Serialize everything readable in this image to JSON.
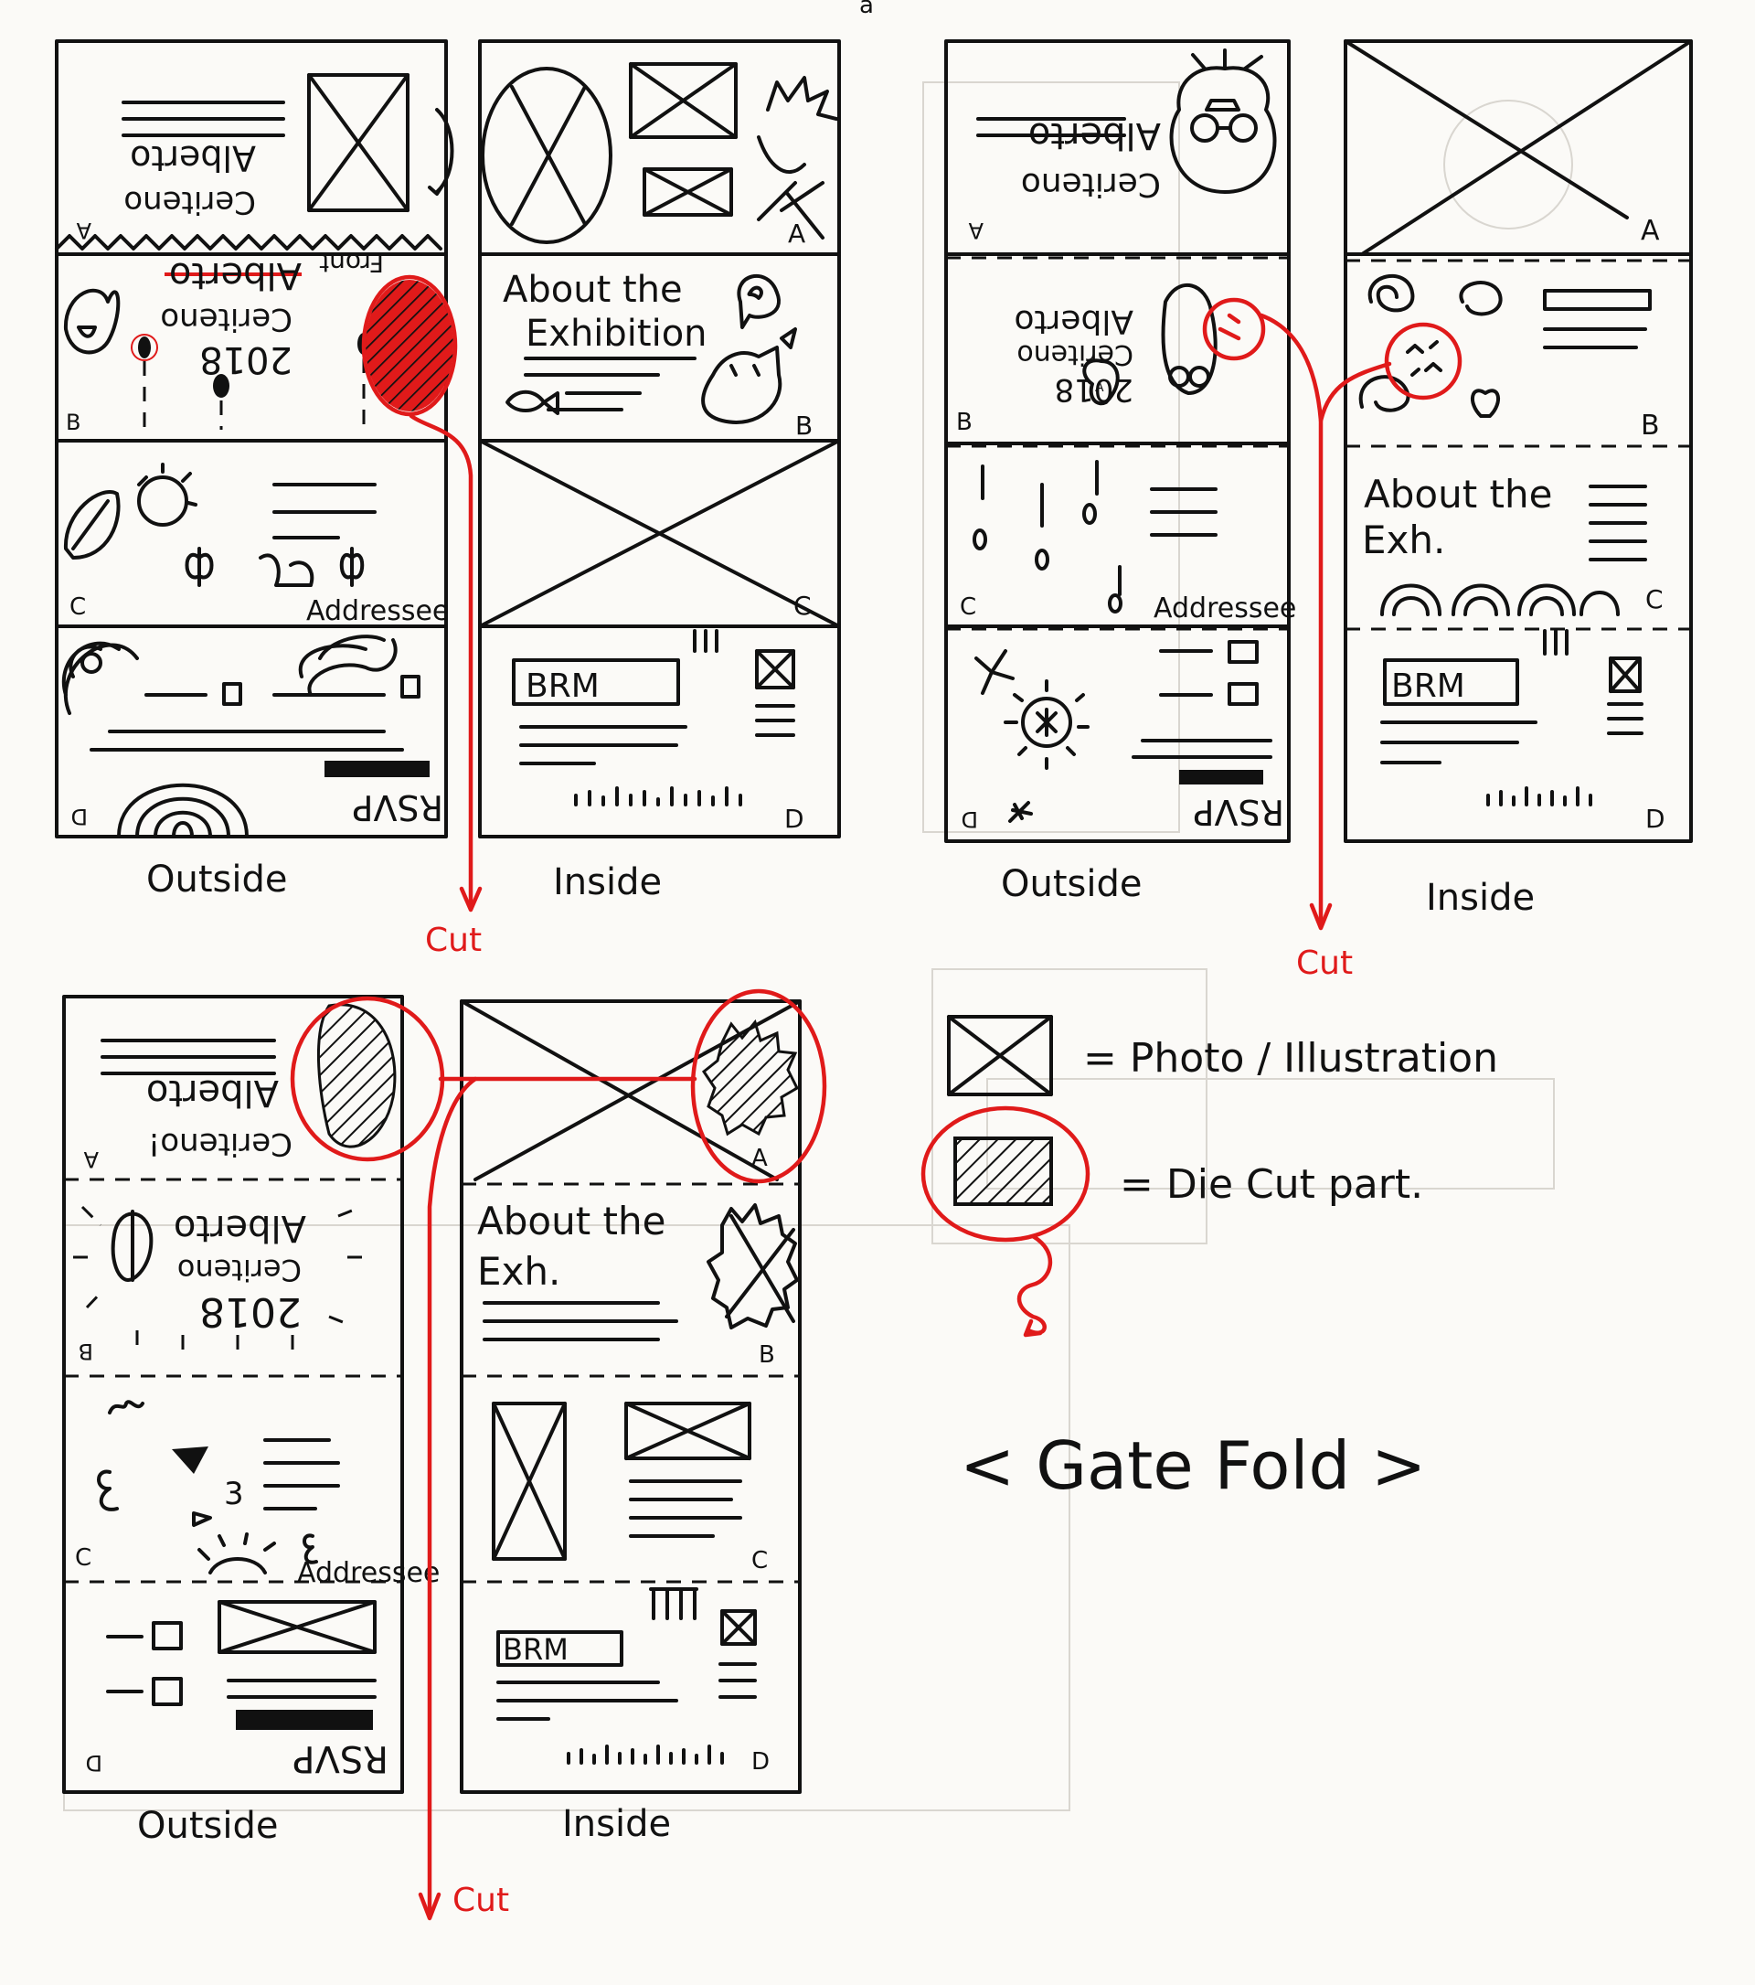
{
  "texts": {
    "top_mark": "a",
    "front": "Front",
    "alberto": "Alberto",
    "ceriteno": "Ceriteno",
    "ceriteno_excl": "Ceriteno!",
    "year": "2018",
    "about_exhibition_l1": "About the",
    "about_exhibition_l2": "Exhibition",
    "about_exh_l2": "Exh.",
    "addressee": "Addressee",
    "rsvp": "RSVP",
    "brm": "BRM",
    "outside": "Outside",
    "inside": "Inside",
    "cut": "Cut",
    "legend_photo": "= Photo / Illustration",
    "legend_die": "= Die Cut part.",
    "title": "< Gate Fold >"
  },
  "panel_letters": [
    "A",
    "B",
    "C",
    "D"
  ],
  "colors": {
    "ink": "#111111",
    "red": "#e01a1a",
    "paper": "#fbfaf7"
  }
}
